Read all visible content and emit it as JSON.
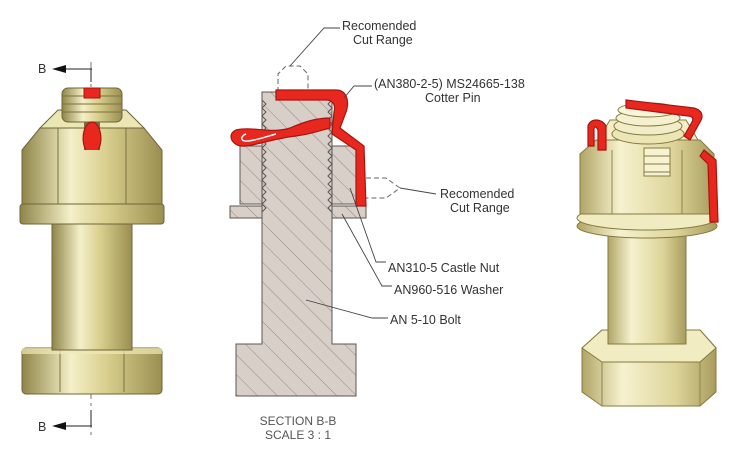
{
  "section_marks": {
    "top": "B",
    "bottom": "B"
  },
  "labels": {
    "cut_range_top_1": "Recomended",
    "cut_range_top_2": "Cut Range",
    "cotter_pin_1": "(AN380-2-5) MS24665-138",
    "cotter_pin_2": "Cotter Pin",
    "cut_range_right_1": "Recomended",
    "cut_range_right_2": "Cut Range",
    "castle_nut": "AN310-5 Castle Nut",
    "washer": "AN960-516 Washer",
    "bolt": "AN 5-10 Bolt"
  },
  "section_title": {
    "line1": "SECTION B-B",
    "line2": "SCALE 3 : 1"
  },
  "colors": {
    "brass_light": "#f3efc4",
    "brass": "#d9d08f",
    "brass_dark": "#9e9352",
    "section_fill": "#d8cfc8",
    "pin_red": "#e8281e",
    "pin_dark": "#a51510"
  }
}
